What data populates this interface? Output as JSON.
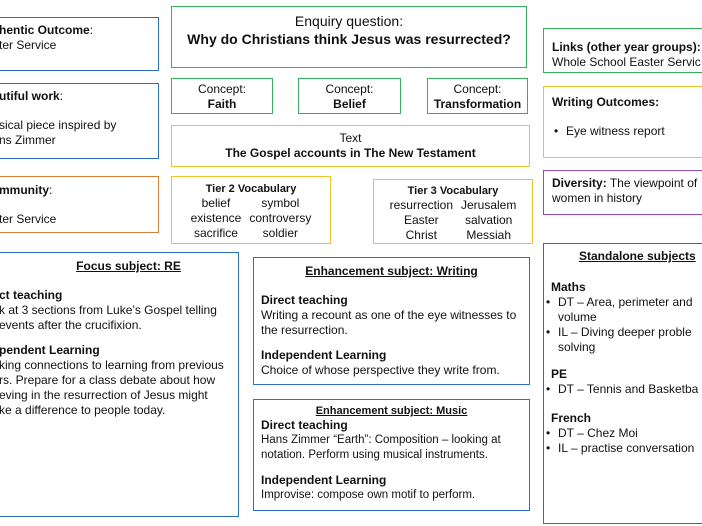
{
  "authentic": {
    "label": "Authentic Outcome:",
    "label_visible": "hentic Outcome",
    "colon": ":",
    "text": "ter Service"
  },
  "beautiful": {
    "label": "utiful work",
    "colon": ":",
    "line1": "sical piece inspired by",
    "line2": "ns Zimmer"
  },
  "community": {
    "label": "mmunity",
    "colon": ":",
    "text": "ter Service"
  },
  "enquiry": {
    "label": "Enquiry question:",
    "question": "Why do Christians think Jesus was resurrected?"
  },
  "concepts": [
    {
      "label": "Concept:",
      "value": "Faith"
    },
    {
      "label": "Concept:",
      "value": "Belief"
    },
    {
      "label": "Concept:",
      "value": "Transformation"
    }
  ],
  "text_box": {
    "label": "Text",
    "value": "The Gospel accounts in The New Testament"
  },
  "tier2": {
    "title": "Tier 2 Vocabulary",
    "rows": [
      [
        "belief",
        "symbol"
      ],
      [
        "existence",
        "controversy"
      ],
      [
        "sacrifice",
        "soldier"
      ]
    ]
  },
  "tier3": {
    "title": "Tier 3 Vocabulary",
    "rows": [
      [
        "resurrection",
        "Jerusalem"
      ],
      [
        "Easter",
        "salvation"
      ],
      [
        "Christ",
        "Messiah"
      ]
    ]
  },
  "links": {
    "label": "Links (other year groups):",
    "text": "Whole School Easter Servic"
  },
  "writing_outcomes": {
    "label": "Writing Outcomes:",
    "items": [
      "Eye witness report"
    ]
  },
  "diversity": {
    "label": "Diversity:",
    "line1": " The viewpoint of",
    "line2": "women in history"
  },
  "focus": {
    "title": "Focus subject: RE",
    "h1": "ct teaching",
    "p1a": "k at 3 sections from Luke’s Gospel telling",
    "p1b": "events after the crucifixion.",
    "h2": "pendent Learning",
    "p2a": "king connections to learning from previous",
    "p2b": "rs.  Prepare for a class debate about how",
    "p2c": "eving in the resurrection of Jesus might",
    "p2d": "ke a difference to people today."
  },
  "writing": {
    "title": "Enhancement subject: Writing",
    "h1": "Direct teaching",
    "p1a": "Writing a recount as one of the eye witnesses to",
    "p1b": "the resurrection.",
    "h2": "Independent Learning",
    "p2": "Choice of whose perspective they write from."
  },
  "music": {
    "title": "Enhancement subject: Music",
    "h1": "Direct teaching",
    "p1a": "Hans Zimmer “Earth”:  Composition – looking at",
    "p1b": "notation.   Perform using musical instruments.",
    "h2": "Independent Learning",
    "p2": "Improvise:  compose own motif to perform."
  },
  "standalone": {
    "title": "Standalone  subjects",
    "maths": {
      "label": "Maths",
      "i1": "DT – Area, perimeter and",
      "i1b": "volume",
      "i2": "IL – Diving deeper proble",
      "i2b": "solving"
    },
    "pe": {
      "label": "PE",
      "i1": "DT – Tennis and Basketba"
    },
    "french": {
      "label": "French",
      "i1": "DT – Chez Moi",
      "i2": "IL – practise conversation"
    }
  },
  "colors": {
    "blue": "#2a6fc4",
    "green": "#34b05c",
    "yellow": "#f2c12e",
    "orange": "#d9803a",
    "purple": "#8d4bc0"
  }
}
